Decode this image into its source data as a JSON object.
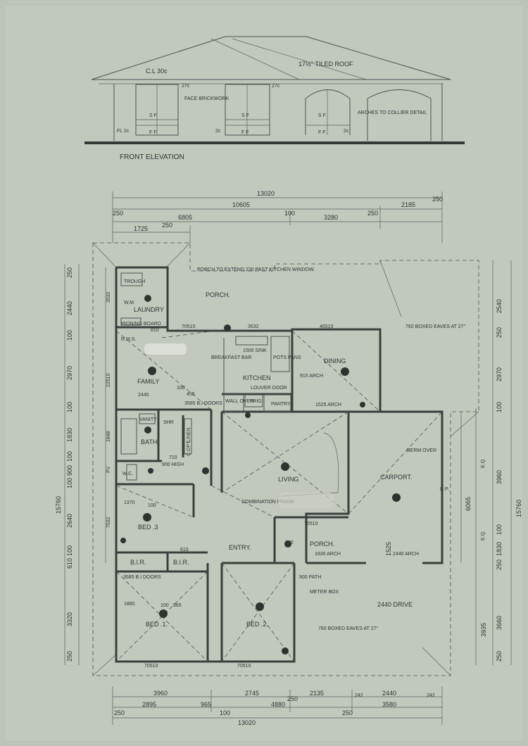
{
  "colors": {
    "paper": "#bcc4b8",
    "ink": "#2d332f",
    "light": "#a9b1a6"
  },
  "elevation": {
    "title": "FRONT ELEVATION",
    "notes": [
      "C.L 30c",
      "17½° TILED ROOF",
      "FACE BRICKWORK",
      "ARCHES TO COLLIER DETAIL",
      "FL 2c",
      "27c",
      "27c",
      "2c",
      "2c"
    ],
    "window_labels": [
      "S F",
      "F F",
      "S F",
      "F F",
      "S F",
      "F F"
    ]
  },
  "top_dims": [
    "13020",
    "10605",
    "2185",
    "250",
    "250",
    "6805",
    "100",
    "3280",
    "250",
    "1725",
    "250"
  ],
  "bottom_dims": [
    "3960",
    "2745",
    "2135",
    "2440",
    "2895",
    "965",
    "4880",
    "250",
    "3580",
    "250",
    "100",
    "250",
    "242",
    "242",
    "13020"
  ],
  "left_dims": [
    "250",
    "2440",
    "100",
    "2970",
    "100",
    "1830",
    "100",
    "900",
    "100",
    "2640",
    "100",
    "610",
    "3320",
    "250",
    "15760"
  ],
  "right_dims": [
    "2540",
    "250",
    "2970",
    "100",
    "3960",
    "100",
    "1830",
    "250",
    "3935",
    "3660",
    "250",
    "15760",
    "6065",
    "E.Q.",
    "E.Q.",
    "1525"
  ],
  "rooms": [
    {
      "name": "LAUNDRY"
    },
    {
      "name": "FAMILY"
    },
    {
      "name": "KITCHEN"
    },
    {
      "name": "DINING"
    },
    {
      "name": "BATH"
    },
    {
      "name": "LIVING"
    },
    {
      "name": "CARPORT."
    },
    {
      "name": "BED .3"
    },
    {
      "name": "ENTRY."
    },
    {
      "name": "PORCH."
    },
    {
      "name": "BED .1."
    },
    {
      "name": "BED .2."
    },
    {
      "name": "PORCH."
    },
    {
      "name": "W.C."
    },
    {
      "name": "B.I.R."
    },
    {
      "name": "B.I.R."
    }
  ],
  "notes": {
    "porch_extend": "PORCH TO EXTEND 230 PAST KITCHEN WINDOW.",
    "eaves_top": "760 BOXED EAVES AT 27°",
    "eaves_bottom": "760 BOXED EAVES AT 27°",
    "drive": "2440 DRIVE",
    "path": "900 PATH",
    "meter": "METER BOX",
    "combination_frame": "COMBINATION FRAME",
    "berm": "BERM OVER",
    "arch915": "915 ARCH",
    "arch1525": "1525 ARCH",
    "arch1830": "1830 ARCH",
    "arch2440": "2440 ARCH",
    "louver": "LOUVER DOOR",
    "sink": "1500 SINK",
    "breakfast": "BREAKFAST BAR",
    "pots": "POTS PANS",
    "wall_oven": "WALL OVEN",
    "frig": "FRIG",
    "pantry": "PANTRY",
    "vanity": "VANITY",
    "shr": "SHR",
    "linen": "LINEN",
    "copt": "C.OPT",
    "wm": "W.M.",
    "trough": "TROUGH",
    "rms": "R.M.S.",
    "ironing": "IRONING BOARD",
    "bi_doors": "3585 B.I DOORS",
    "bi_doors2": "3585 B.I DOORS",
    "high900": "900 HIGH",
    "d1370": "1370",
    "d1880": "1880",
    "d2440": "2440",
    "d100a": "100",
    "d455": "455",
    "d3532": "3532",
    "d3532b": "3532",
    "d46510": "46510",
    "d70510a": "70510",
    "d70510b": "70510",
    "d70510c": "70510",
    "d70510d": "70510",
    "d1848": "1848",
    "d7032": "7032",
    "d22510": "22510",
    "d685": "685",
    "d810": "810",
    "d710": "710",
    "d610": "610",
    "d100b": "100",
    "d100c": "100",
    "d965b": "965",
    "dp": "D.P.",
    "pv": "PV"
  }
}
